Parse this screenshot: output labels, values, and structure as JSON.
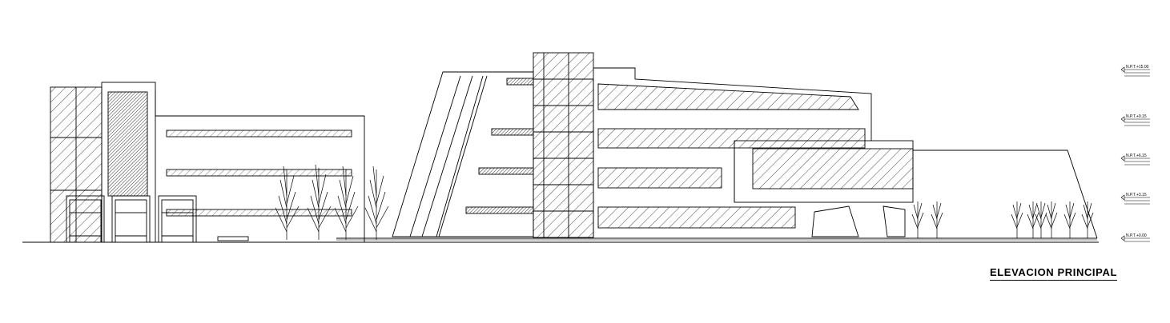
{
  "drawing": {
    "title": "ELEVACION PRINCIPAL",
    "level_markers": [
      {
        "label": "N.P.T.+15.00"
      },
      {
        "label": "N.P.T.+9.15"
      },
      {
        "label": "N.P.T.+6.15"
      },
      {
        "label": "N.P.T.+3.15"
      },
      {
        "label": "N.P.T.+0.00"
      }
    ]
  }
}
